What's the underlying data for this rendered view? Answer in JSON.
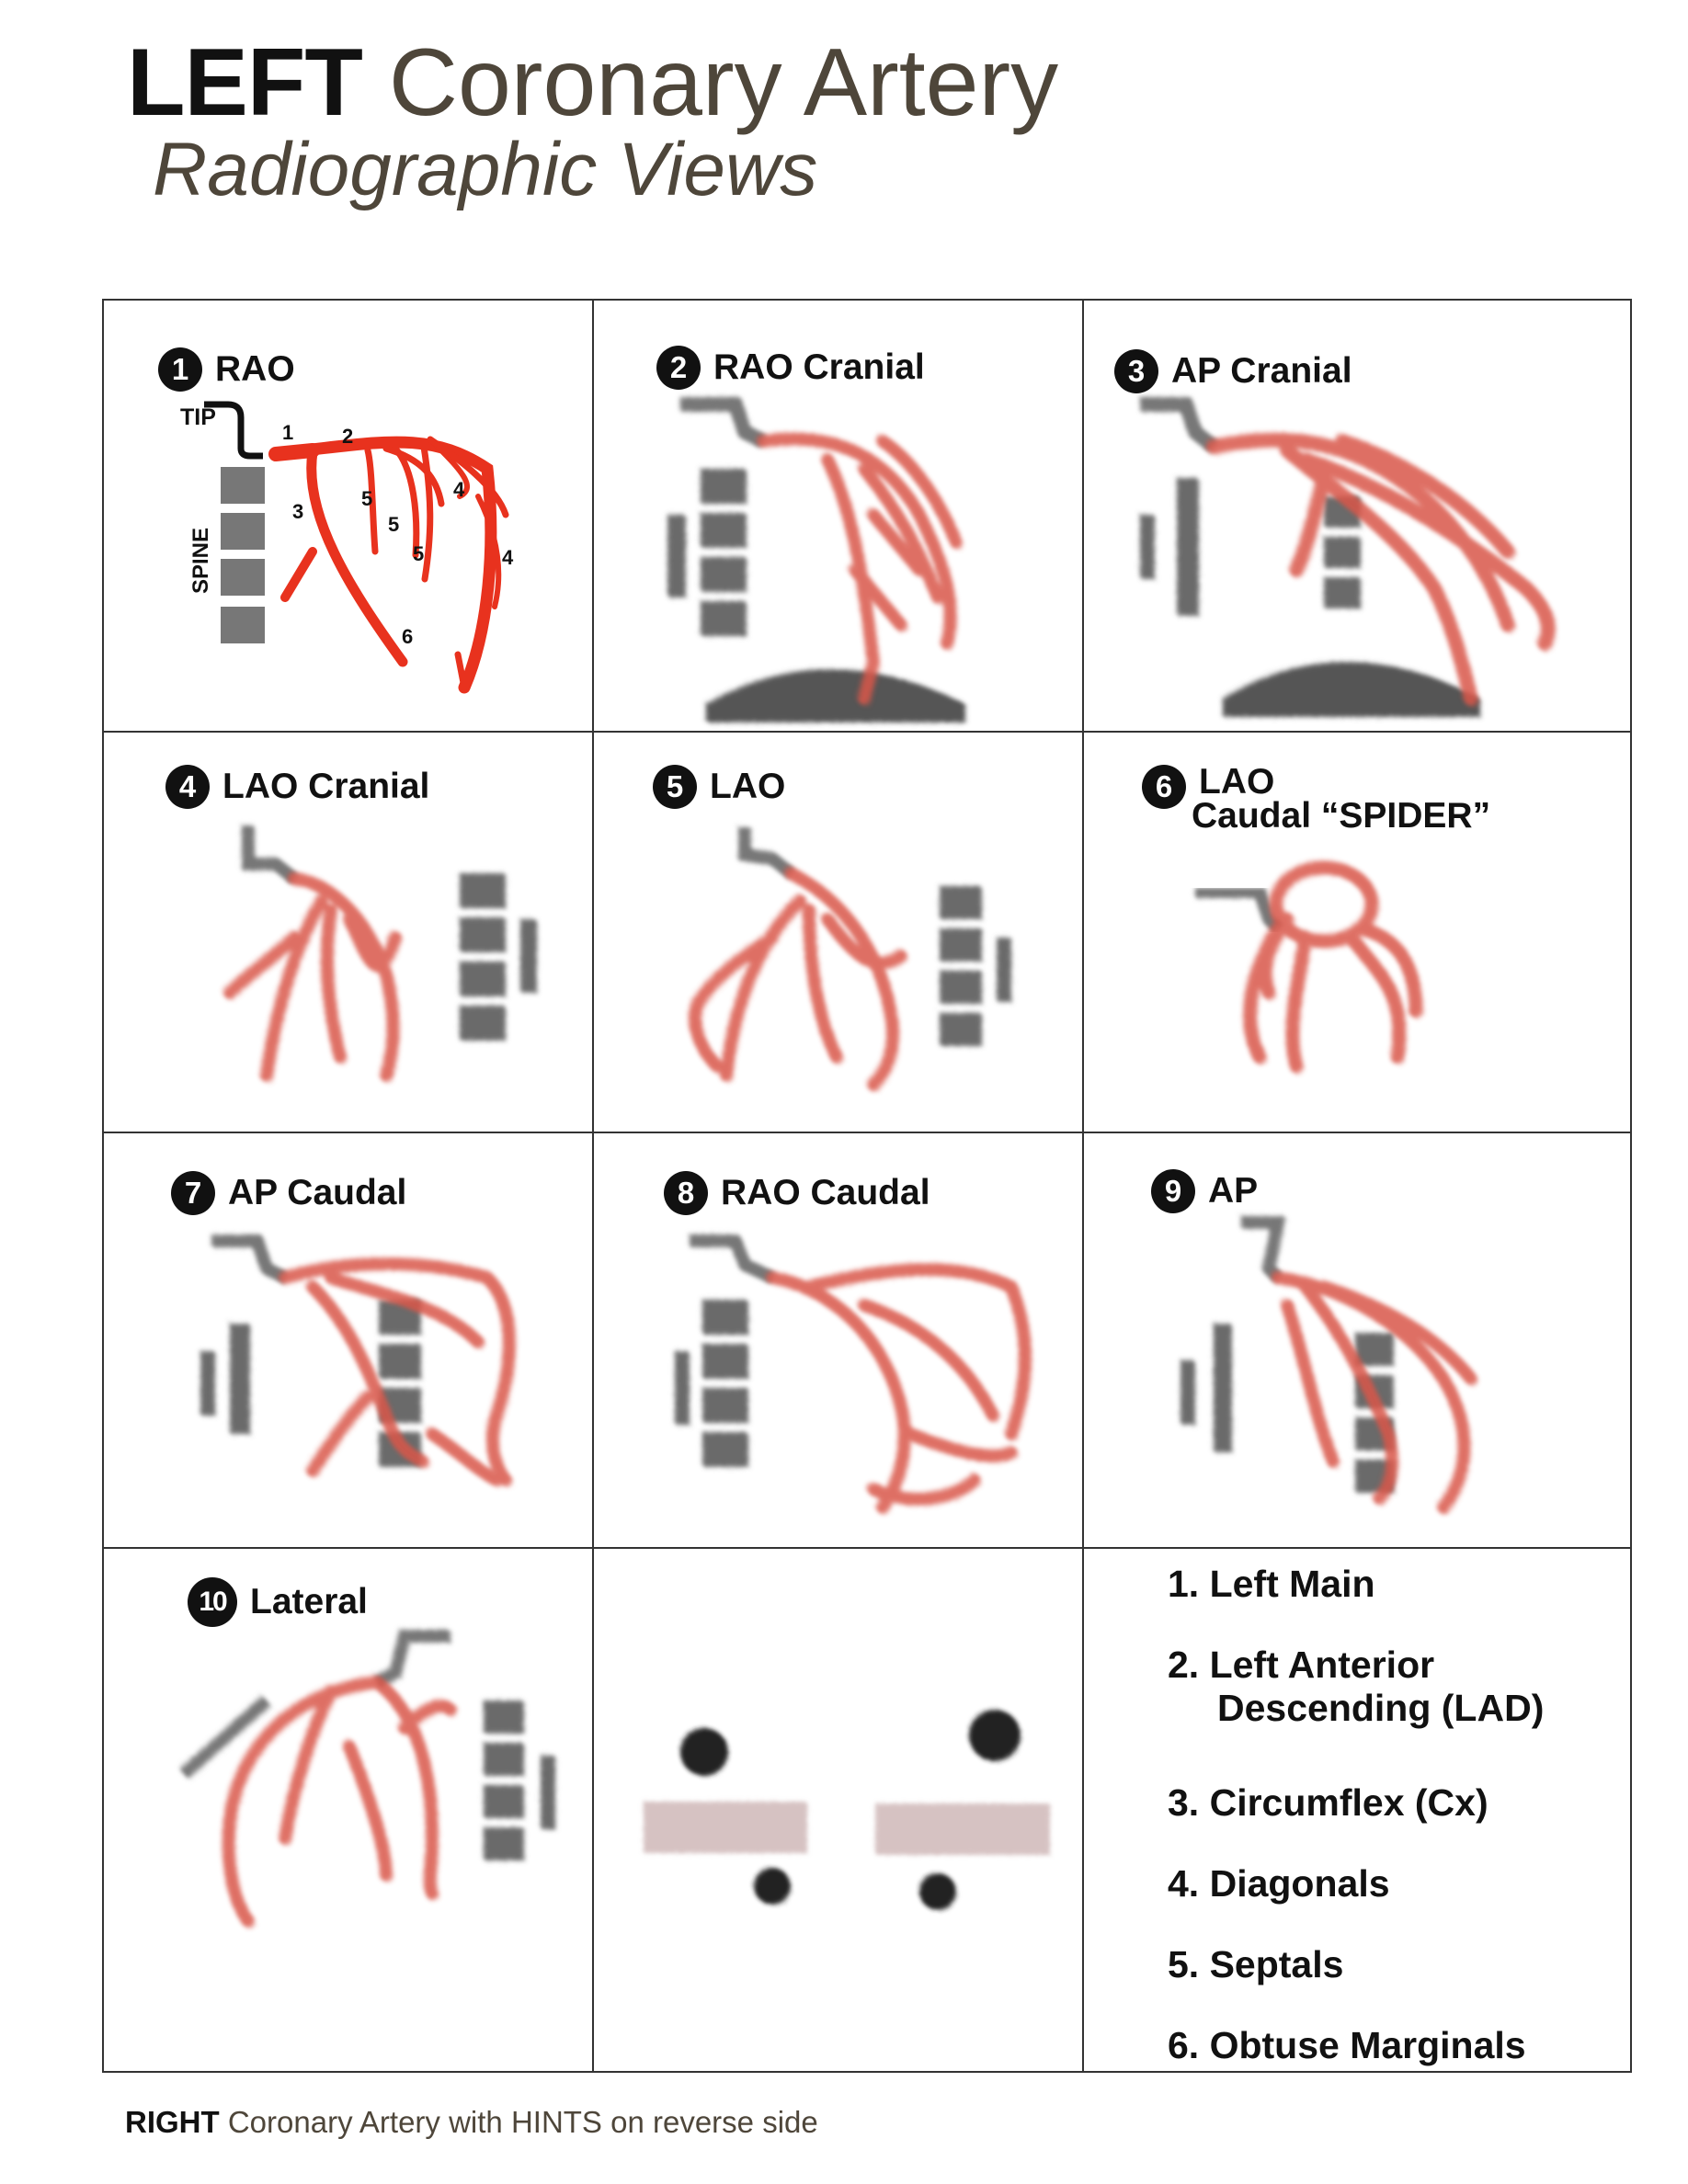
{
  "title": {
    "bold": "LEFT",
    "rest": "Coronary Artery",
    "subtitle": "Radiographic Views"
  },
  "footer": {
    "bold": "RIGHT",
    "rest": "Coronary Artery with HINTS on reverse side"
  },
  "panels": [
    {
      "num": "1",
      "label": "RAO"
    },
    {
      "num": "2",
      "label": "RAO Cranial"
    },
    {
      "num": "3",
      "label": "AP Cranial"
    },
    {
      "num": "4",
      "label": "LAO Cranial"
    },
    {
      "num": "5",
      "label": "LAO"
    },
    {
      "num": "6",
      "label": "LAO",
      "label2": "Caudal “SPIDER”"
    },
    {
      "num": "7",
      "label": "AP Caudal"
    },
    {
      "num": "8",
      "label": "RAO Caudal"
    },
    {
      "num": "9",
      "label": "AP"
    },
    {
      "num": "10",
      "label": "Lateral"
    }
  ],
  "diagram1": {
    "tip": "TIP",
    "spine": "SPINE",
    "n1": "1",
    "n2": "2",
    "n3": "3",
    "n4": "4",
    "n5": "5",
    "n6": "6"
  },
  "legend": [
    {
      "text": "1. Left Main"
    },
    {
      "text": "2. Left Anterior",
      "text2": "Descending (LAD)"
    },
    {
      "text": "3. Circumflex (Cx)"
    },
    {
      "text": "4. Diagonals"
    },
    {
      "text": "5. Septals"
    },
    {
      "text": "6. Obtuse Marginals"
    }
  ],
  "colors": {
    "artery": "#e8321e",
    "artery_soft": "#d9574a",
    "spine": "#7a7a7a",
    "line": "#333333"
  }
}
